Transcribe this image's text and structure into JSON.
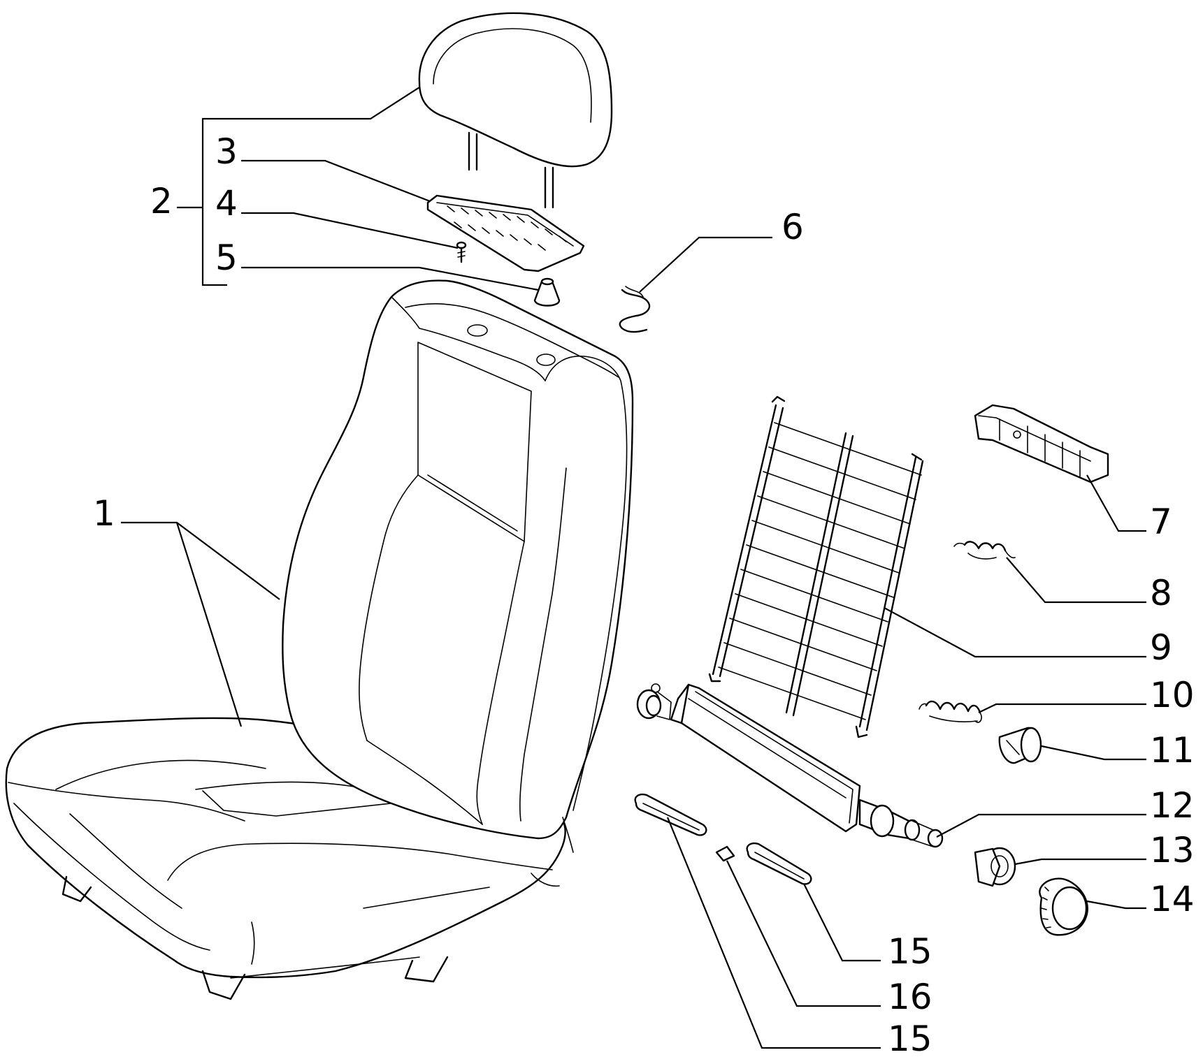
{
  "callouts": {
    "c1": "1",
    "c2": "2",
    "c3": "3",
    "c4": "4",
    "c5": "5",
    "c6": "6",
    "c7": "7",
    "c8": "8",
    "c9": "9",
    "c10": "10",
    "c11": "11",
    "c12": "12",
    "c13": "13",
    "c14": "14",
    "c15a": "15",
    "c16": "16",
    "c15b": "15"
  },
  "parts": [
    "seat",
    "headrest",
    "headrest-guide-plate",
    "screw",
    "headrest-bushing",
    "spring-clip",
    "bracket",
    "small-spring",
    "lumbar-wire-frame",
    "tension-spring",
    "knob-housing",
    "adjuster-rod",
    "bushing",
    "adjuster-knob",
    "wire-loop",
    "wire-clip"
  ],
  "style": {
    "stroke": "#000000",
    "background": "#ffffff"
  }
}
